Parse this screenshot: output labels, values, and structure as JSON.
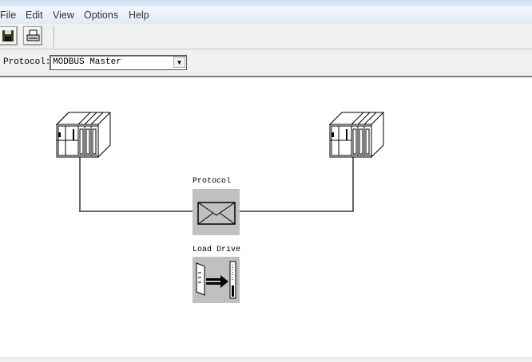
{
  "menu": [
    "File",
    "Edit",
    "View",
    "Options",
    "Help"
  ],
  "toolbar": {
    "save": "save-icon",
    "print": "print-icon"
  },
  "protocol": {
    "label": "Protocol:",
    "value": "MODBUS Master"
  },
  "diagram": {
    "protocol_label": "Protocol",
    "load_driver_label": "Load Driver"
  }
}
